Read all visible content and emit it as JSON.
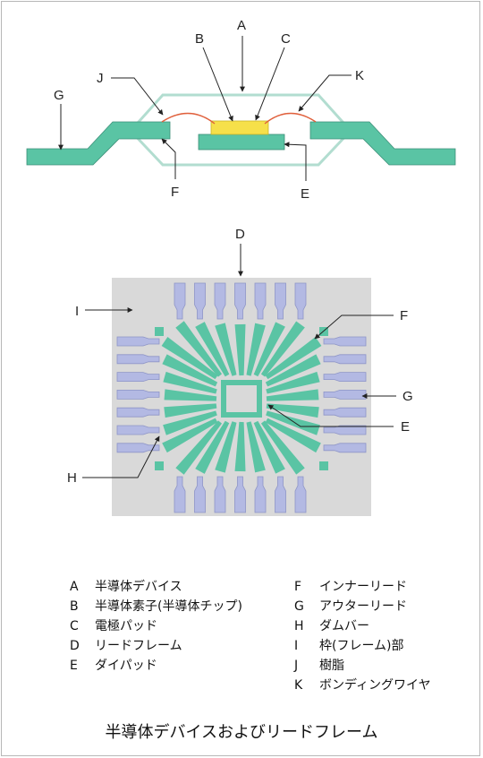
{
  "cross_section": {
    "labels": {
      "A": "A",
      "B": "B",
      "C": "C",
      "J": "J",
      "K": "K",
      "G": "G",
      "F": "F",
      "E": "E"
    }
  },
  "lead_frame": {
    "labels": {
      "D": "D",
      "I": "I",
      "F": "F",
      "G": "G",
      "E": "E",
      "H": "H"
    }
  },
  "legend": {
    "left": [
      {
        "key": "A",
        "text": "半導体デバイス"
      },
      {
        "key": "B",
        "text": "半導体素子(半導体チップ)"
      },
      {
        "key": "C",
        "text": "電極パッド"
      },
      {
        "key": "D",
        "text": "リードフレーム"
      },
      {
        "key": "E",
        "text": "ダイパッド"
      }
    ],
    "right": [
      {
        "key": "F",
        "text": "インナーリード"
      },
      {
        "key": "G",
        "text": "アウターリード"
      },
      {
        "key": "H",
        "text": "ダムバー"
      },
      {
        "key": "I",
        "text": "枠(フレーム)部"
      },
      {
        "key": "J",
        "text": "樹脂"
      },
      {
        "key": "K",
        "text": "ボンディングワイヤ"
      }
    ]
  },
  "caption": "半導体デバイスおよびリードフレーム",
  "colors": {
    "lead": "#5ac4a4",
    "resin_outline": "#b2ddd0",
    "chip": "#f6e04a",
    "wire": "#e0603c",
    "outer_lead": "#b3b9e3",
    "frame": "#d9d9d9"
  }
}
